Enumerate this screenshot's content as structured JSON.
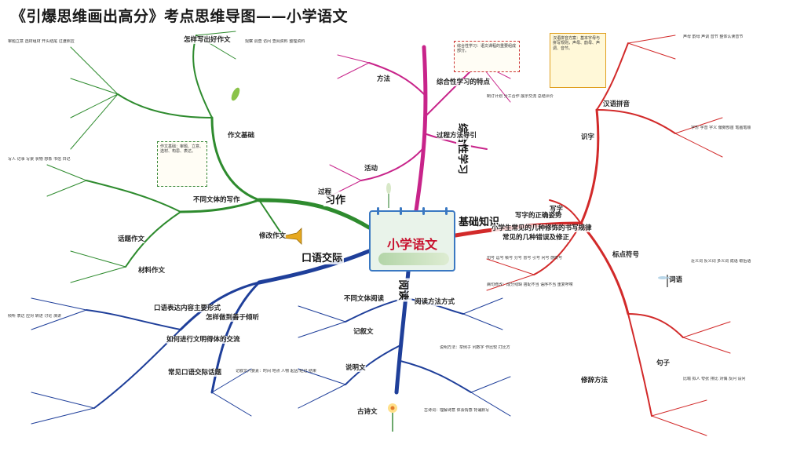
{
  "page": {
    "title": "《引爆思维画出高分》考点思维导图——小学语文"
  },
  "center": {
    "title": "小学语文"
  },
  "branches": {
    "basic": "基础知识",
    "writing": "习作",
    "oral": "口语交际",
    "reading": "阅读",
    "integrated": "综合性学习"
  },
  "basic_subs": {
    "pinyin": "汉语拼音",
    "characters": "识字",
    "writing_chars": "写字",
    "words": "词语",
    "sentences": "句子",
    "punctuation": "标点符号",
    "rhetoric": "修辞方法",
    "common_errors": "常见的几种错误及修正",
    "writing_stroke": "写字的正确姿势",
    "font": "小学生常见的几种修饰的书写规律"
  },
  "writing_subs": {
    "basics": "作文基础",
    "styles": "不同文体的写作",
    "revise": "修改作文",
    "good_essay": "怎样写出好作文",
    "material": "材料作文",
    "topic": "话题作文"
  },
  "oral_subs": {
    "expression": "口语表达内容主要形式",
    "listen": "怎样做到善于倾听",
    "polite": "如何进行文明得体的交流",
    "common": "常见口语交际话题"
  },
  "reading_subs": {
    "types": "不同文体阅读",
    "methods": "阅读方法方式",
    "narrative": "记叙文",
    "poem": "古诗文",
    "expository": "说明文"
  },
  "integrated_subs": {
    "features": "综合性学习的特点",
    "process": "过程方法导引",
    "method": "方法",
    "activity": "活动",
    "process2": "过程"
  },
  "notes": {
    "top_right": "汉语拼音方案：基本字母与拼写规则，声母、韵母、声调、音节。",
    "center_left": "作文基础：审题、立意、选材、构思、表达。",
    "integrated_tip": "综合性学习：语文课程的重要组成部分。"
  },
  "colors": {
    "basic": "#d22a2a",
    "writing": "#2e8b2e",
    "oral": "#1f3f9a",
    "reading": "#1f3f9a",
    "integrated": "#c8248a",
    "center_border": "#3a78c2",
    "center_title": "#c8102e"
  },
  "texts": {
    "t1": "声母 韵母 声调 音节 整体认读音节",
    "t2": "字形 字音 字义 偏旁部首 笔画笔顺",
    "t3": "近义词 反义词 多义词 成语 歇后语",
    "t4": "比喻 拟人 夸张 排比 对偶 反问 设问",
    "t5": "句号 逗号 顿号 分号 冒号 引号 问号 感叹号",
    "t6": "病句修改：成分残缺 搭配不当 语序不当 重复啰嗦",
    "t7": "审题立意 选材组材 开头结尾 过渡照应",
    "t8": "写人 记事 写景 状物 想象 书信 日记",
    "t9": "倾听 表达 应对 转述 讨论 演讲",
    "t10": "记叙文六要素：时间 地点 人物 起因 经过 结果",
    "t11": "说明方法：举例子 列数字 作比较 打比方",
    "t12": "古诗词：理解诗意 体会情感 背诵默写",
    "t13": "观察 调查 访问 查阅资料 整理资料",
    "t14": "制订计划 分工合作 展示交流 总结评价"
  }
}
